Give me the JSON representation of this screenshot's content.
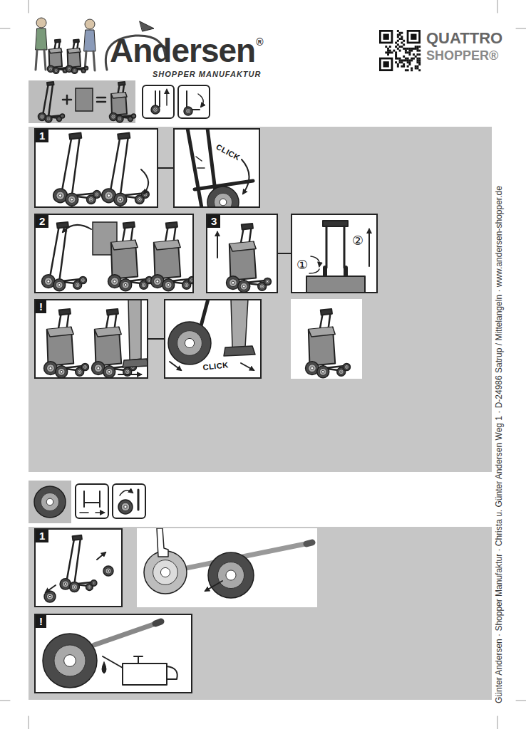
{
  "diagram": {
    "nodes": [
      {
        "text": [
          "1"
        ]
      },
      {
        "text": [
          "CLICK"
        ]
      },
      {
        "text": [
          "2"
        ]
      },
      {
        "text": [
          "3"
        ]
      },
      {
        "text": [
          "①",
          "②"
        ]
      },
      {
        "text": [
          "!"
        ]
      },
      {
        "text": [
          "CLICK"
        ]
      },
      {
        "text": [
          "1"
        ]
      },
      {
        "text": [
          "!"
        ]
      }
    ],
    "edges": [
      {
        "from": 0,
        "to": 1,
        "arrow": "none"
      },
      {
        "from": 3,
        "to": 4,
        "arrow": "none"
      },
      {
        "from": 5,
        "to": 6,
        "arrow": "none"
      }
    ],
    "labels": [
      "Andersen",
      "®",
      "SHOPPER MANUFAKTUR",
      "QUATTRO",
      "SHOPPER®",
      "Günter Andersen · Shopper Manufaktur · Christa u. Günter Andersen Weg 1 · D-24986 Satrup / Mittelangeln · www.andersen-shopper.de"
    ]
  }
}
